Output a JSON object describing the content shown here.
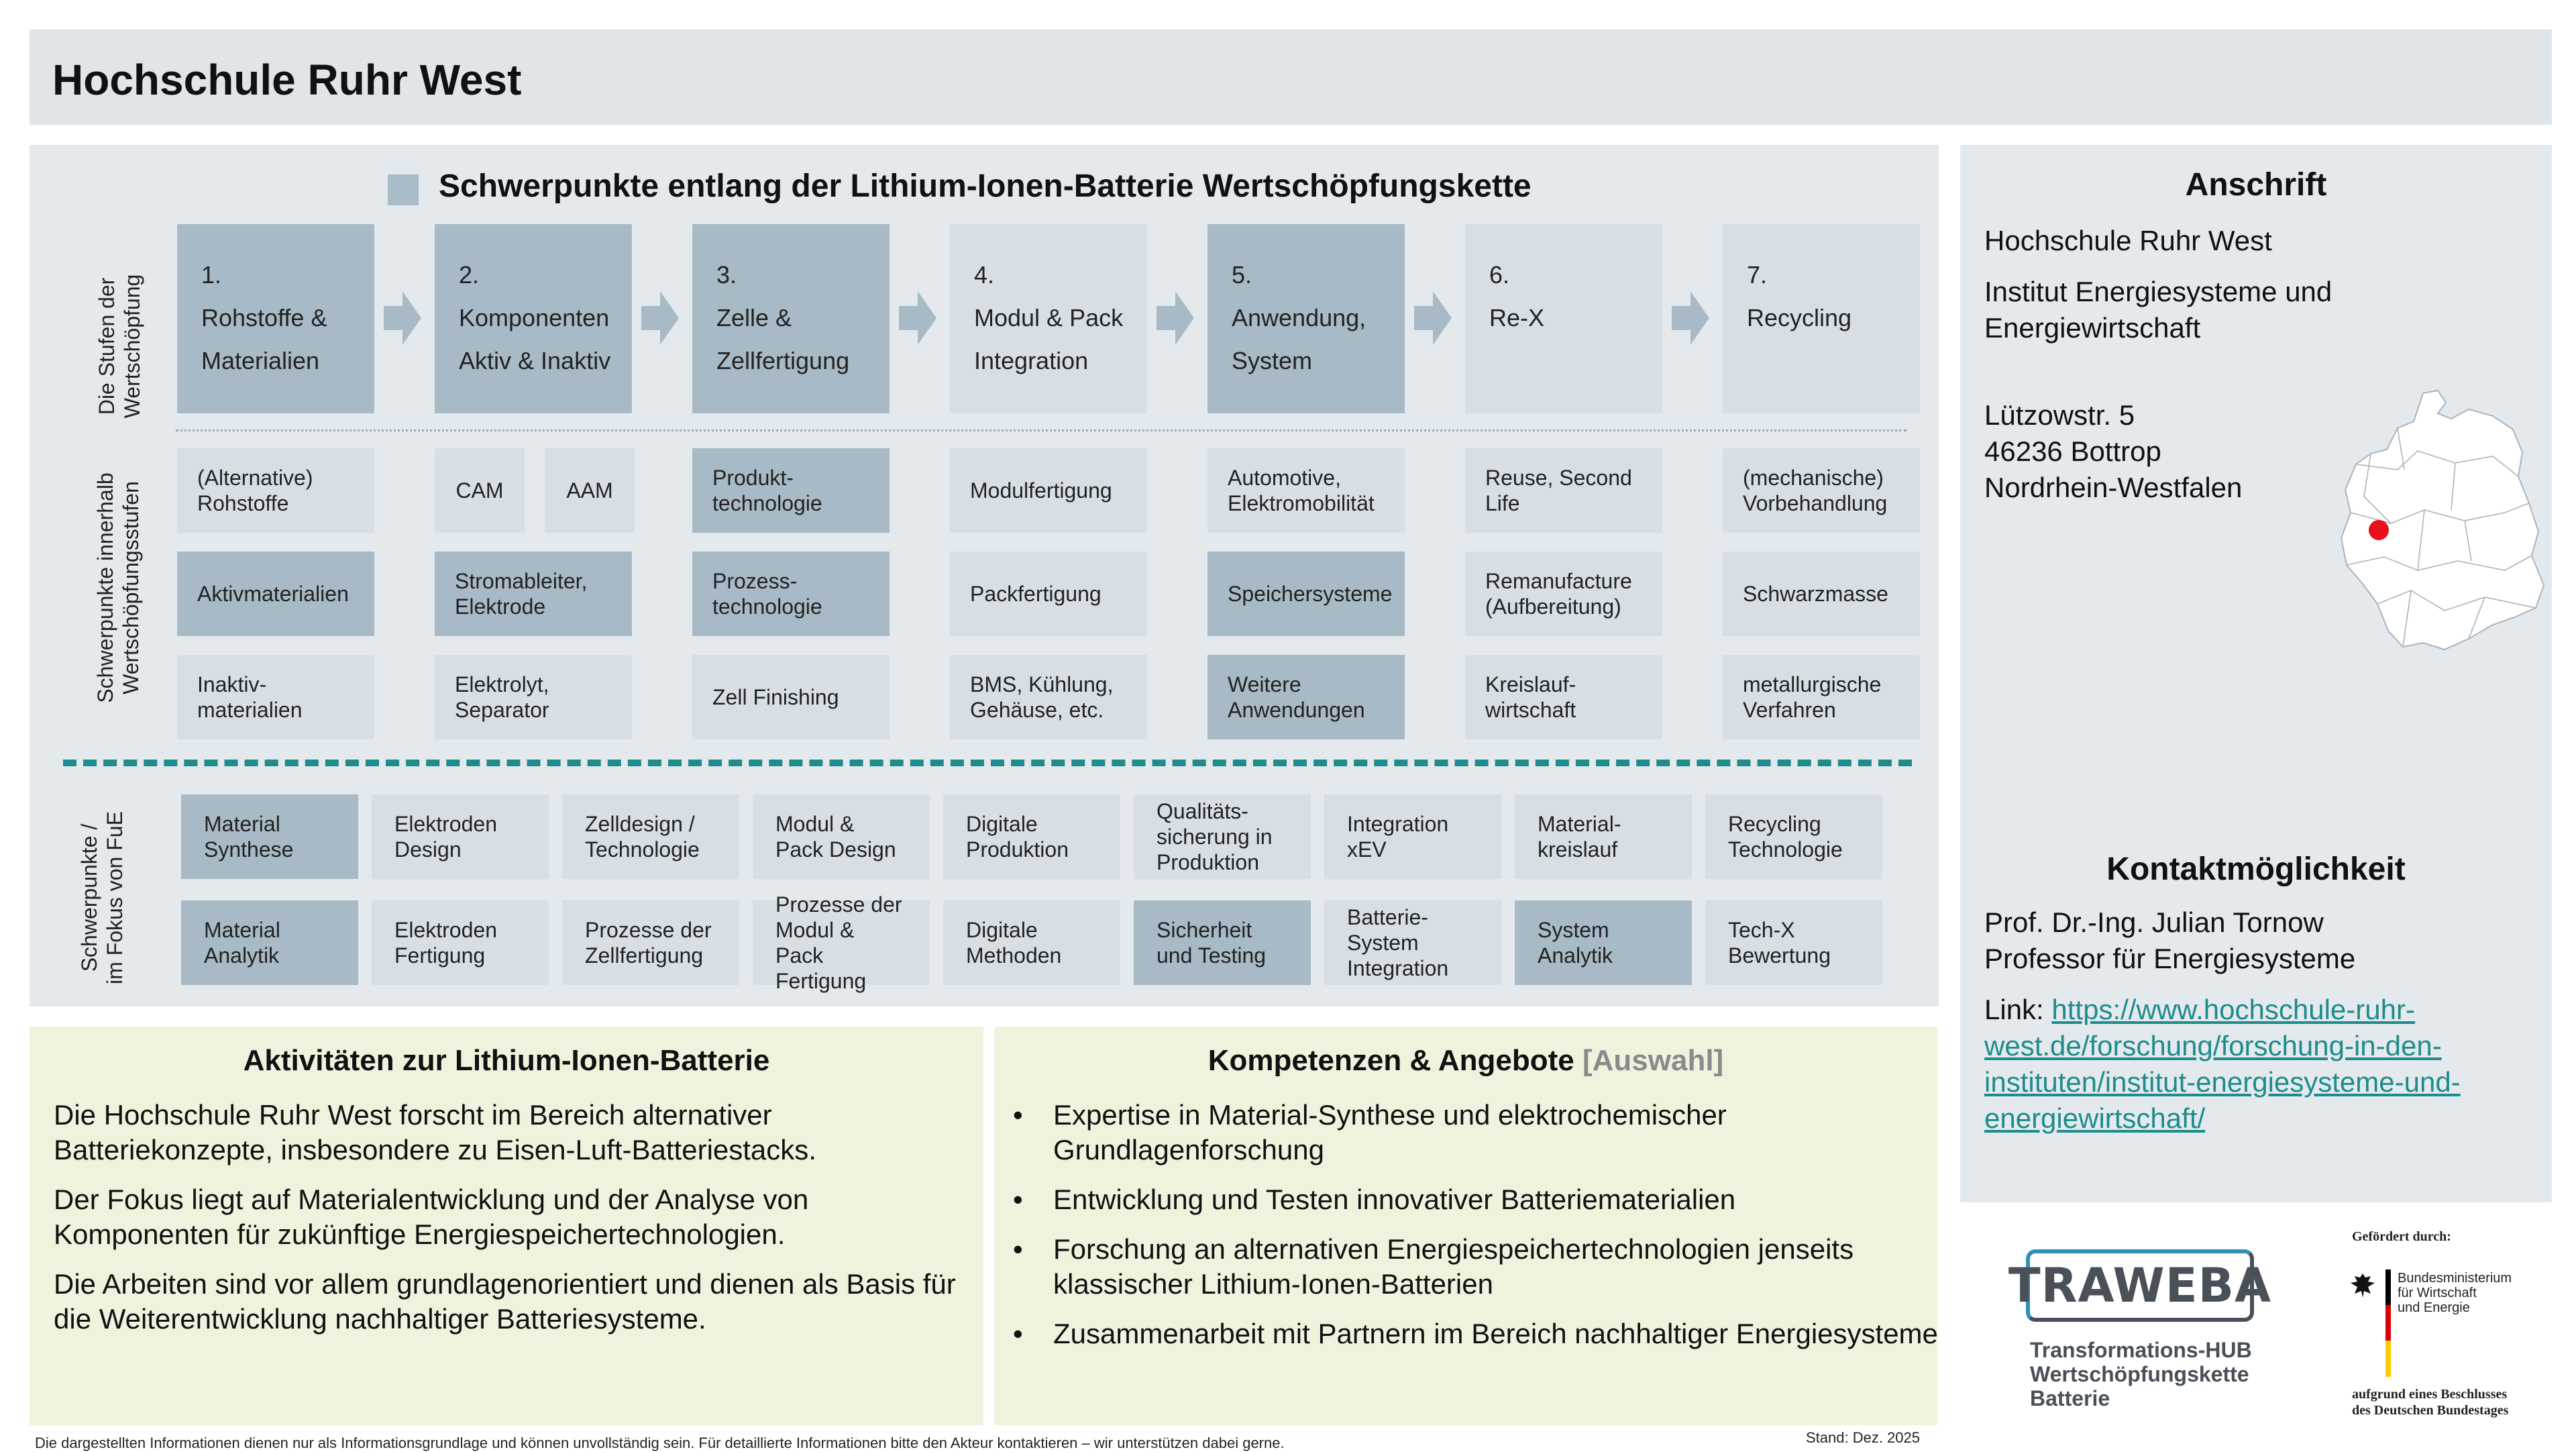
{
  "header": {
    "title": "Hochschule Ruhr West"
  },
  "main": {
    "title": "Schwerpunkte entlang der Lithium-Ionen-Batterie Wertschöpfungskette",
    "side_labels": {
      "stufen": [
        "Die Stufen der",
        "Wertschöpfung"
      ],
      "schwerpunkte": [
        "Schwerpunkte innerhalb",
        "Wertschöpfungsstufen"
      ],
      "fue": [
        "Schwerpunkte /",
        "im Fokus  von FuE"
      ]
    },
    "stages": [
      {
        "num": "1.",
        "l1": "Rohstoffe &",
        "l2": "Materialien"
      },
      {
        "num": "2.",
        "l1": "Komponenten",
        "l2": "Aktiv & Inaktiv"
      },
      {
        "num": "3.",
        "l1": "Zelle &",
        "l2": "Zellfertigung"
      },
      {
        "num": "4.",
        "l1": "Modul & Pack",
        "l2": "Integration"
      },
      {
        "num": "5.",
        "l1": "Anwendung,",
        "l2": "System"
      },
      {
        "num": "6.",
        "l1": "Re-X",
        "l2": ""
      },
      {
        "num": "7.",
        "l1": "Recycling",
        "l2": ""
      }
    ],
    "grid": {
      "r1": [
        "(Alternative) Rohstoffe",
        "CAM",
        "AAM",
        "Produkt-technologie",
        "Modulfertigung",
        "Automotive, Elektromobilität",
        "Reuse, Second Life",
        "(mechanische) Vorbehandlung"
      ],
      "r2": [
        "Aktivmaterialien",
        "Stromableiter, Elektrode",
        "Prozess-technologie",
        "Packfertigung",
        "Speichersysteme",
        "Remanufacture (Aufbereitung)",
        "Schwarzmasse"
      ],
      "r3": [
        "Inaktiv-materialien",
        "Elektrolyt, Separator",
        "Zell Finishing",
        "BMS, Kühlung, Gehäuse, etc.",
        "Weitere Anwendungen",
        "Kreislauf-wirtschaft",
        "metallurgische Verfahren"
      ]
    },
    "fue": {
      "r1": [
        "Material Synthese",
        "Elektroden Design",
        "Zelldesign / Technologie",
        "Modul & Pack Design",
        "Digitale Produktion",
        "Qualitäts-sicherung in Produktion",
        "Integration xEV",
        "Material-kreislauf",
        "Recycling Technologie"
      ],
      "r2": [
        "Material Analytik",
        "Elektroden Fertigung",
        "Prozesse der Zellfertigung",
        "Prozesse der Modul & Pack Fertigung",
        "Digitale Methoden",
        "Sicherheit und Testing",
        "Batterie-System Integration",
        "System Analytik",
        "Tech-X Bewertung"
      ]
    }
  },
  "anschrift": {
    "title": "Anschrift",
    "name": "Hochschule Ruhr West",
    "institut1": "Institut Energiesysteme und",
    "institut2": "Energiewirtschaft",
    "street": "Lützowstr. 5",
    "city": "46236 Bottrop",
    "state": "Nordrhein-Westfalen"
  },
  "kontakt": {
    "title": "Kontaktmöglichkeit",
    "person": "Prof. Dr.-Ing. Julian Tornow",
    "role": "Professor für Energiesysteme",
    "link_label": "Link: ",
    "link1": "https://www.hochschule-ruhr-",
    "link2": "west.de/forschung/forschung-in-den-",
    "link3": "instituten/institut-energiesysteme-und-",
    "link4": "energiewirtschaft/"
  },
  "aktivitaeten": {
    "title": "Aktivitäten zur Lithium-Ionen-Batterie",
    "p1a": "Die Hochschule Ruhr West forscht im Bereich alternativer",
    "p1b": "Batteriekonzepte, insbesondere zu Eisen-Luft-Batteriestacks.",
    "p2a": "Der Fokus liegt auf Materialentwicklung und der Analyse von",
    "p2b": "Komponenten für zukünftige Energiespeichertechnologien.",
    "p3a": "Die Arbeiten sind vor allem grundlagenorientiert und dienen als Basis für",
    "p3b": "die Weiterentwicklung nachhaltiger Batteriesysteme."
  },
  "kompetenzen": {
    "title": "Kompetenzen & Angebote",
    "title_suffix": "[Auswahl]",
    "b1a": "Expertise in Material-Synthese und elektrochemischer",
    "b1b": "Grundlagenforschung",
    "b2": "Entwicklung und Testen innovativer Batteriematerialien",
    "b3a": "Forschung an alternativen Energiespeichertechnologien jenseits",
    "b3b": "klassischer Lithium-Ionen-Batterien",
    "b4": "Zusammenarbeit mit Partnern im Bereich nachhaltiger Energiesysteme"
  },
  "logos": {
    "traweba": "TRAWEBA",
    "hub1": "Transformations-HUB",
    "hub2": "Wertschöpfungskette",
    "hub3": "Batterie",
    "gefoerdert": "Gefördert durch:",
    "bmwe1": "Bundesministerium",
    "bmwe2": "für Wirtschaft",
    "bmwe3": "und Energie",
    "beschluss1": "aufgrund eines Beschlusses",
    "beschluss2": "des Deutschen Bundestages"
  },
  "footer": {
    "disclaimer": "Die dargestellten Informationen dienen nur als Informationsgrundlage und können unvollständig sein. Für detaillierte Informationen bitte den Akteur kontaktieren – wir unterstützen dabei gerne.",
    "stand": "Stand: Dez. 2025"
  },
  "colors": {
    "dark_cell": "#a7bac6",
    "light_cell": "#d7dfe5",
    "accent_teal": "#1e8c8c",
    "panel_green": "#eff3dd",
    "map_marker": "#e8101a"
  }
}
